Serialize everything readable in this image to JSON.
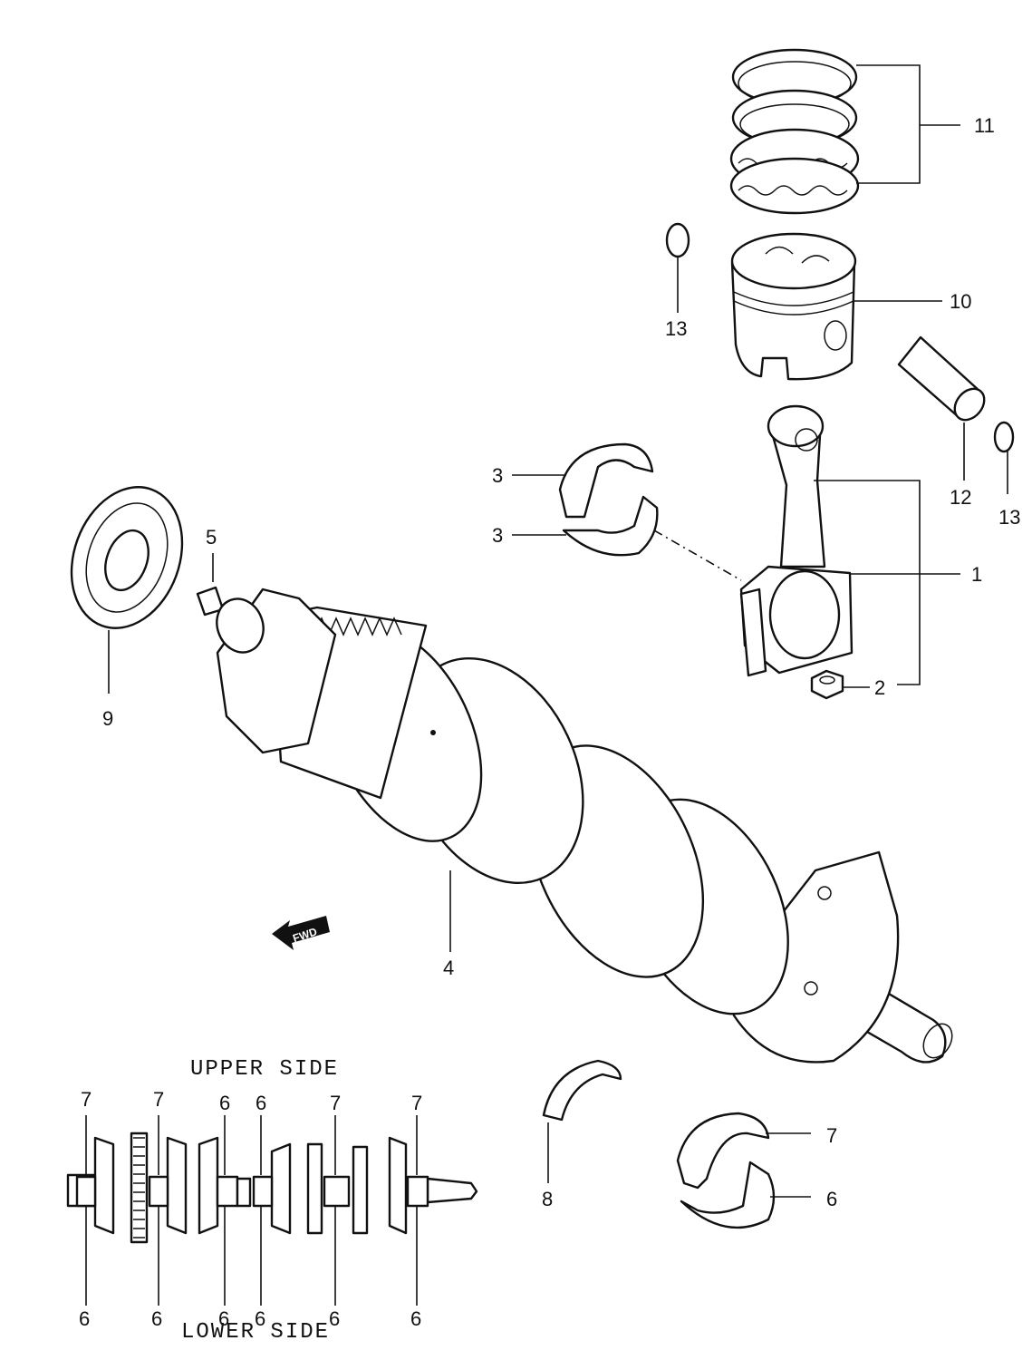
{
  "callouts": {
    "c1": "1",
    "c2": "2",
    "c3a": "3",
    "c3b": "3",
    "c4": "4",
    "c5": "5",
    "c9": "9",
    "c10": "10",
    "c11": "11",
    "c12": "12",
    "c13a": "13",
    "c13b": "13",
    "c7": "7",
    "c6": "6",
    "c8": "8"
  },
  "inset": {
    "upper_label": "UPPER SIDE",
    "lower_label": "LOWER SIDE",
    "upper_numbers": [
      "7",
      "7",
      "6",
      "6",
      "7",
      "7"
    ],
    "lower_numbers": [
      "6",
      "6",
      "6",
      "6",
      "6",
      "6"
    ]
  },
  "fwd_mark": "FWD"
}
